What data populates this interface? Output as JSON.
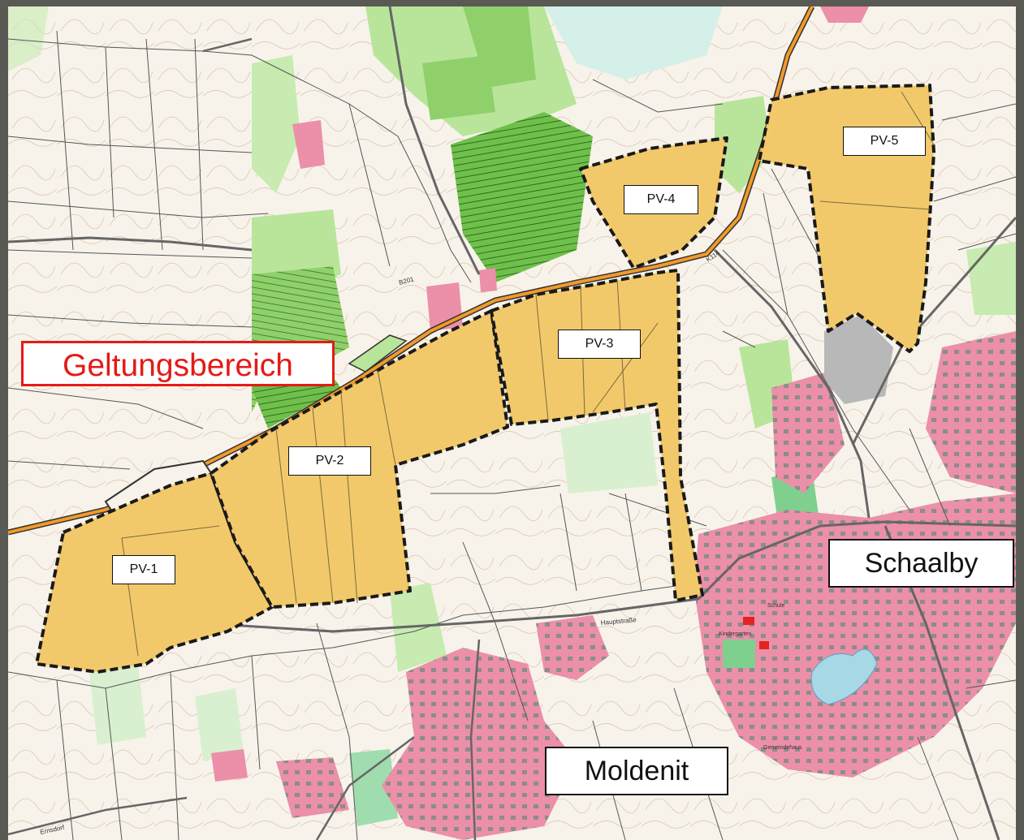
{
  "title_label": "Geltungsbereich",
  "areas": [
    {
      "id": "pv1",
      "label": "PV-1"
    },
    {
      "id": "pv2",
      "label": "PV-2"
    },
    {
      "id": "pv3",
      "label": "PV-3"
    },
    {
      "id": "pv4",
      "label": "PV-4"
    },
    {
      "id": "pv5",
      "label": "PV-5"
    }
  ],
  "places": [
    {
      "id": "schaalby",
      "label": "Schaalby"
    },
    {
      "id": "moldenit",
      "label": "Moldenit"
    }
  ],
  "road_labels": {
    "b201": "B201",
    "k114": "K114",
    "hauptstrasse": "Hauptstraße",
    "ernsdorf": "Ernsdorf",
    "schule": "Schule",
    "kindergarten": "Kindergarten",
    "gemeindehaus": "Gemeindehaus"
  },
  "colors": {
    "pv_fill": "#f2c96a",
    "settlement": "#ec8fa8",
    "forest": "#b9e59a",
    "dense_forest": "#6fc04a",
    "highway": "#f29a2a",
    "boundary": "#222222",
    "label_red": "#e41b17"
  }
}
